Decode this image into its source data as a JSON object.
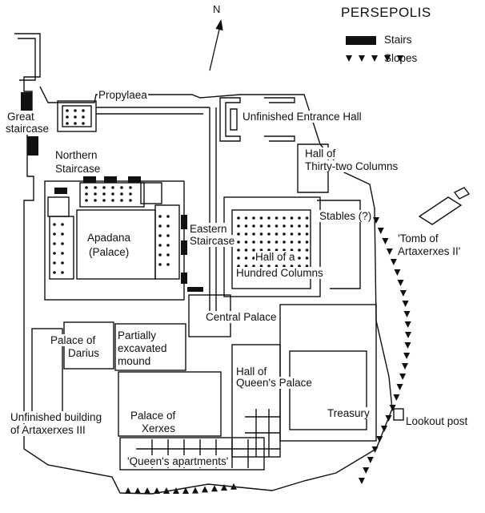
{
  "map": {
    "title": "PERSEPOLIS",
    "north_label": "N",
    "legend": {
      "stairs": "Stairs",
      "slopes": "Slopes"
    },
    "labels": {
      "propylaea": "Propylaea",
      "great_staircase_1": "Great",
      "great_staircase_2": "staircase",
      "unfinished_entrance_hall": "Unfinished Entrance Hall",
      "northern_staircase_1": "Northern",
      "northern_staircase_2": "Staircase",
      "hall_32_1": "Hall of",
      "hall_32_2": "Thirty-two Columns",
      "stables": "Stables (?)",
      "tomb_1": "'Tomb of",
      "tomb_2": "Artaxerxes II'",
      "eastern_staircase_1": "Eastern",
      "eastern_staircase_2": "Staircase",
      "apadana_1": "Apadana",
      "apadana_2": "(Palace)",
      "hall_100_1": "Hall of a",
      "hall_100_2": "Hundred Columns",
      "central_palace": "Central Palace",
      "palace_darius_1": "Palace of",
      "palace_darius_2": "Darius",
      "excavated_1": "Partially",
      "excavated_2": "excavated",
      "excavated_3": "mound",
      "hall_queens_1": "Hall of",
      "hall_queens_2": "Queen's Palace",
      "treasury": "Treasury",
      "lookout_post": "Lookout post",
      "unfinished_building_1": "Unfinished building",
      "unfinished_building_2": "of Artaxerxes III",
      "palace_xerxes_1": "Palace of",
      "palace_xerxes_2": "Xerxes",
      "queens_apartments": "'Queen's apartments'"
    }
  }
}
